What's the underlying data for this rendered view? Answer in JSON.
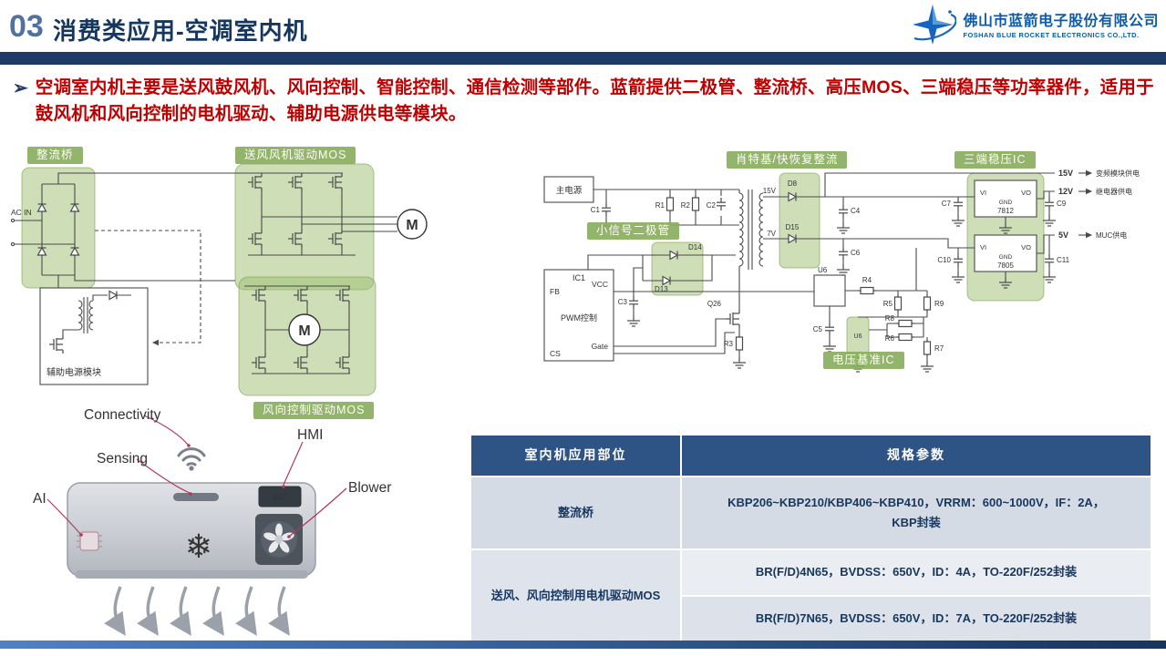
{
  "slide": {
    "number": "03",
    "title": "消费类应用-空调室内机"
  },
  "logo": {
    "company_cn": "佛山市蓝箭电子股份有限公司",
    "company_en": "FOSHAN BLUE ROCKET ELECTRONICS CO.,LTD."
  },
  "intro": {
    "bullet": "➢",
    "text": "空调室内机主要是送风鼓风机、风向控制、智能控制、通信检测等部件。蓝箭提供二极管、整流桥、高压MOS、三端稳压等功率器件，适用于鼓风机和风向控制的电机驱动、辅助电源供电等模块。"
  },
  "left_circuit": {
    "tag_rectifier": "整流桥",
    "tag_blower_mos": "送风风机驱动MOS",
    "tag_direction_mos": "风向控制驱动MOS",
    "ac_in": "AC IN",
    "aux_module": "辅助电源模块",
    "motor_label": "M"
  },
  "ac_unit": {
    "label_connectivity": "Connectivity",
    "label_sensing": "Sensing",
    "label_ai": "AI",
    "label_hmi": "HMI",
    "label_blower": "Blower",
    "display_temp": "24°",
    "snowflake_icon": "❄"
  },
  "right_circuit": {
    "tag_schottky": "肖特基/快恢复整流",
    "tag_regulator": "三端稳压IC",
    "tag_small_signal": "小信号二极管",
    "tag_vref": "电压基准IC",
    "main_power": "主电源",
    "ic1": "IC1",
    "pin_fb": "FB",
    "pin_vcc": "VCC",
    "pin_pwm": "PWM控制",
    "pin_cs": "CS",
    "pin_gate": "Gate",
    "d8": "D8",
    "d13": "D13",
    "d14": "D14",
    "d15": "D15",
    "q26": "Q26",
    "u6": "U6",
    "u6b": "U6",
    "reg_7812": "7812",
    "reg_7805": "7805",
    "vi": "VI",
    "vo": "VO",
    "gnd": "GND",
    "v15_in": "15V",
    "v7_in": "7V",
    "r1": "R1",
    "r2": "R2",
    "r3": "R3",
    "r4": "R4",
    "r5": "R5",
    "r6": "R6",
    "r7": "R7",
    "r8": "R8",
    "r9": "R9",
    "c1": "C1",
    "c2": "C2",
    "c3": "C3",
    "c4": "C4",
    "c5": "C5",
    "c6": "C6",
    "c7": "C7",
    "c9": "C9",
    "c10": "C10",
    "c11": "C11",
    "rails": [
      {
        "voltage": "15V",
        "load": "变频模块供电"
      },
      {
        "voltage": "12V",
        "load": "继电器供电"
      },
      {
        "voltage": "5V",
        "load": "MUC供电"
      }
    ]
  },
  "table": {
    "header_part": "室内机应用部位",
    "header_spec": "规格参数",
    "row1_part": "整流桥",
    "row1_spec": "KBP206~KBP210/KBP406~KBP410，VRRM：600~1000V，IF：2A，KBP封装",
    "row2_part": "送风、风向控制用电机驱动MOS",
    "row2_spec_a": "BR(F/D)4N65，BVDSS：650V，ID：4A，TO-220F/252封装",
    "row2_spec_b": "BR(F/D)7N65，BVDSS：650V，ID：7A，TO-220F/252封装"
  },
  "colors": {
    "accent_red": "#c00000",
    "navy": "#17375e",
    "green_chip": "#8bae60",
    "table_header": "#2e5385"
  }
}
